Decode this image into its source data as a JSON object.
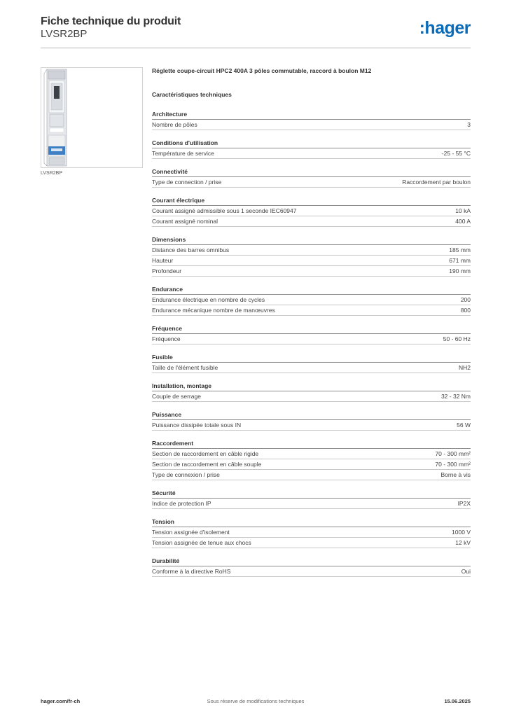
{
  "header": {
    "title": "Fiche technique du produit",
    "reference": "LVSR2BP",
    "logo_text": ":hager"
  },
  "colors": {
    "brand": "#0a6cb8",
    "text": "#333333",
    "rule": "#b9b9b9"
  },
  "product": {
    "caption": "LVSR2BP",
    "name": "Réglette coupe-circuit HPC2 400A 3 pôles commutable, raccord à boulon M12",
    "section_heading": "Caractéristiques techniques"
  },
  "groups": [
    {
      "title": "Architecture",
      "rows": [
        {
          "label": "Nombre de pôles",
          "value": "3"
        }
      ]
    },
    {
      "title": "Conditions d'utilisation",
      "rows": [
        {
          "label": "Température de service",
          "value": "-25 - 55 °C"
        }
      ]
    },
    {
      "title": "Connectivité",
      "rows": [
        {
          "label": "Type de connection / prise",
          "value": "Raccordement par boulon"
        }
      ]
    },
    {
      "title": "Courant électrique",
      "rows": [
        {
          "label": "Courant assigné admissible sous 1 seconde IEC60947",
          "value": "10 kA"
        },
        {
          "label": "Courant assigné nominal",
          "value": "400 A"
        }
      ]
    },
    {
      "title": "Dimensions",
      "rows": [
        {
          "label": "Distance des barres omnibus",
          "value": "185 mm"
        },
        {
          "label": "Hauteur",
          "value": "671 mm"
        },
        {
          "label": "Profondeur",
          "value": "190 mm"
        }
      ]
    },
    {
      "title": "Endurance",
      "rows": [
        {
          "label": "Endurance électrique en nombre de cycles",
          "value": "200"
        },
        {
          "label": "Endurance mécanique nombre de manœuvres",
          "value": "800"
        }
      ]
    },
    {
      "title": "Fréquence",
      "rows": [
        {
          "label": "Fréquence",
          "value": "50 - 60 Hz"
        }
      ]
    },
    {
      "title": "Fusible",
      "rows": [
        {
          "label": "Taille de l'élément fusible",
          "value": "NH2"
        }
      ]
    },
    {
      "title": "Installation, montage",
      "rows": [
        {
          "label": "Couple de serrage",
          "value": "32 - 32 Nm"
        }
      ]
    },
    {
      "title": "Puissance",
      "rows": [
        {
          "label": "Puissance dissipée totale sous IN",
          "value": "56 W"
        }
      ]
    },
    {
      "title": "Raccordement",
      "rows": [
        {
          "label": "Section de raccordement en câble rigide",
          "value": "70 - 300 mm²"
        },
        {
          "label": "Section de raccordement en câble souple",
          "value": "70 - 300 mm²"
        },
        {
          "label": "Type de connexion / prise",
          "value": "Borne à vis"
        }
      ]
    },
    {
      "title": "Sécurité",
      "rows": [
        {
          "label": "Indice de protection IP",
          "value": "IP2X"
        }
      ]
    },
    {
      "title": "Tension",
      "rows": [
        {
          "label": "Tension assignée d'isolement",
          "value": "1000 V"
        },
        {
          "label": "Tension assignée de tenue aux chocs",
          "value": "12 kV"
        }
      ]
    },
    {
      "title": "Durabilité",
      "rows": [
        {
          "label": "Conforme à la directive RoHS",
          "value": "Oui"
        }
      ]
    }
  ],
  "footer": {
    "website": "hager.com/fr-ch",
    "notice": "Sous réserve de modifications techniques",
    "date": "15.06.2025"
  }
}
